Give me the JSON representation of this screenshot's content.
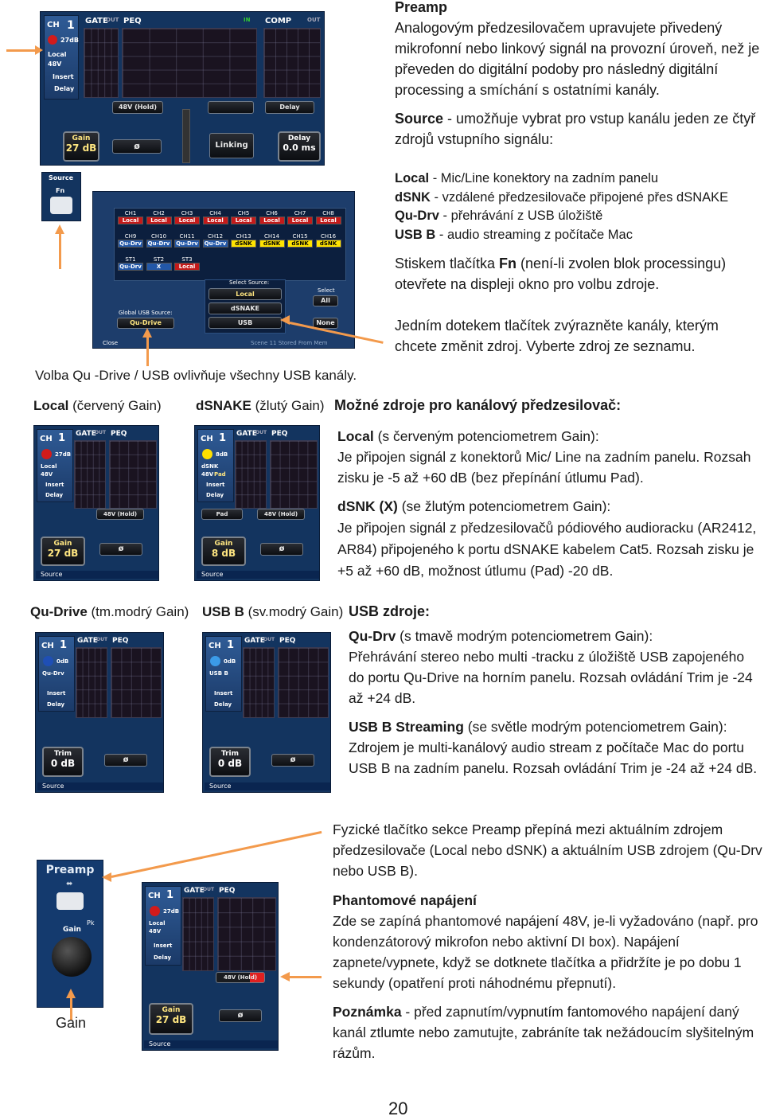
{
  "preamp": {
    "heading": "Preamp",
    "intro": "Analogovým předzesilovačem upravujete přivedený mikrofonní nebo linkový signál na provozní úroveň, než je převeden do digitální podoby pro následný digitální processing a smíchání s ostatními kanály.",
    "source_label": "Source",
    "source_text": " - umožňuje vybrat pro vstup kanálu jeden ze čtyř zdrojů vstupního signálu:",
    "list": [
      {
        "term": "Local",
        "text": " - Mic/Line konektory na zadním panelu"
      },
      {
        "term": "dSNK",
        "text": " - vzdálené předzesilovače připojené přes dSNAKE"
      },
      {
        "term": "Qu-Drv",
        "text": " - přehrávání z USB úložiště"
      },
      {
        "term": "USB B",
        "text": " - audio streaming z počítače Mac"
      }
    ],
    "fn_text_a": "Stiskem tlačítka ",
    "fn_term": "Fn",
    "fn_text_b": " (není-li zvolen blok processingu) otevřete na displeji okno pro volbu zdroje.",
    "touch_text": "Jedním dotekem tlačítek zvýrazněte kanály, kterým chcete změnit zdroj. Vyberte zdroj ze seznamu."
  },
  "caption_qudrive": "Volba Qu -Drive / USB ovlivňuje všechny USB kanály.",
  "captions": {
    "local": {
      "term": "Local",
      "text": " (červený Gain)"
    },
    "dsnake": {
      "term": "dSNAKE",
      "text": " (žlutý Gain)"
    },
    "qudrive": {
      "term": "Qu-Drive",
      "text": " (tm.modrý Gain)"
    },
    "usbb": {
      "term": "USB B",
      "text": " (sv.modrý Gain)"
    }
  },
  "sources_section": {
    "heading": "Možné zdroje pro kanálový předzesilovač:",
    "local_term": "Local",
    "local_head": " (s červeným potenciometrem Gain):",
    "local_body": "Je připojen signál z konektorů Mic/ Line na zadním panelu. Rozsah zisku je -5 až +60 dB (bez přepínání útlumu Pad).",
    "dsnk_term": "dSNK (X)",
    "dsnk_head": " (se žlutým potenciometrem Gain):",
    "dsnk_body": "Je připojen signál z předzesilovačů pódiového audioracku (AR2412, AR84) připojeného k portu dSNAKE kabelem Cat5. Rozsah zisku je +5 až +60 dB, možnost útlumu (Pad) -20 dB."
  },
  "usb_section": {
    "heading": "USB zdroje:",
    "qudrv_term": "Qu-Drv",
    "qudrv_head": " (s tmavě modrým potenciometrem Gain):",
    "qudrv_body": "Přehrávání stereo nebo multi -tracku z úložiště USB zapojeného do portu Qu-Drive na horním panelu. Rozsah ovládání Trim je -24 až +24 dB.",
    "usbb_term": "USB B Streaming",
    "usbb_head": " (se světle modrým potenciometrem Gain):",
    "usbb_body": "Zdrojem je multi-kanálový audio stream z počítače Mac do portu USB B na zadním panelu. Rozsah ovládání Trim je -24 až +24 dB."
  },
  "phys_button_text": "Fyzické tlačítko sekce Preamp přepíná mezi aktuálním zdrojem předzesilovače (Local nebo dSNK) a aktuálním USB zdrojem (Qu-Drv nebo USB B).",
  "phantom": {
    "heading": "Phantomové napájení",
    "body": "Zde se zapíná phantomové napájení 48V, je-li vyžadováno (např. pro kondenzátorový mikrofon nebo aktivní DI box). Napájení zapnete/vypnete, když se dotknete tlačítka a přidržíte je po dobu 1 sekundy (opatření proti náhodnému přepnutí).",
    "note_term": "Poznámka",
    "note_text": " - před zapnutím/vypnutím fantomového napájení daný kanál ztlumte nebo zamutujte, zabráníte tak nežádoucím slyšitelným rázům."
  },
  "gain_caption": "Gain",
  "page_number": "20",
  "screens": {
    "top": {
      "ch_label": "CH",
      "ch_num": "1",
      "gain_db": "27dB",
      "src_name": "Local",
      "v48": "48V",
      "insert": "Insert",
      "delay": "Delay",
      "gate": "GATE",
      "out": "OUT",
      "peq": "PEQ",
      "comp": "COMP",
      "in": "IN",
      "btn_48v": "48V (Hold)",
      "btn_delay": "Delay",
      "btn_linking": "Linking",
      "gain_label": "Gain",
      "gain_value": "27 dB",
      "phase": "ø",
      "delay_label": "Delay",
      "delay_value": "0.0 ms"
    },
    "source_btn": {
      "label": "Source",
      "fn": "Fn"
    },
    "select": {
      "title": "Select Source:",
      "select_label": "Select",
      "all": "All",
      "none": "None",
      "opt_local": "Local",
      "opt_dsnake": "dSNAKE",
      "opt_usb": "USB",
      "global_usb": "Global USB Source:",
      "global_value": "Qu-Drive",
      "close": "Close",
      "scene": "Scene 11 Stored From Mem",
      "channels": [
        {
          "n": "CH1",
          "s": "Local",
          "c": "red"
        },
        {
          "n": "CH2",
          "s": "Local",
          "c": "red"
        },
        {
          "n": "CH3",
          "s": "Local",
          "c": "red"
        },
        {
          "n": "CH4",
          "s": "Local",
          "c": "red"
        },
        {
          "n": "CH5",
          "s": "Local",
          "c": "red"
        },
        {
          "n": "CH6",
          "s": "Local",
          "c": "red"
        },
        {
          "n": "CH7",
          "s": "Local",
          "c": "red"
        },
        {
          "n": "CH8",
          "s": "Local",
          "c": "red"
        },
        {
          "n": "CH9",
          "s": "Qu-Drv",
          "c": "blu"
        },
        {
          "n": "CH10",
          "s": "Qu-Drv",
          "c": "blu"
        },
        {
          "n": "CH11",
          "s": "Qu-Drv",
          "c": "blu"
        },
        {
          "n": "CH12",
          "s": "Qu-Drv",
          "c": "blu"
        },
        {
          "n": "CH13",
          "s": "dSNK",
          "c": "yl"
        },
        {
          "n": "CH14",
          "s": "dSNK",
          "c": "yl"
        },
        {
          "n": "CH15",
          "s": "dSNK",
          "c": "yl"
        },
        {
          "n": "CH16",
          "s": "dSNK",
          "c": "yl"
        },
        {
          "n": "ST1",
          "s": "Qu-Drv",
          "c": "blu"
        },
        {
          "n": "ST2",
          "s": "X",
          "c": "blu"
        },
        {
          "n": "ST3",
          "s": "Local",
          "c": "red"
        }
      ]
    },
    "local_mini": {
      "ch": "CH",
      "num": "1",
      "db": "27dB",
      "src": "Local",
      "v48": "48V",
      "insert": "Insert",
      "delay": "Delay",
      "gate": "GATE",
      "out": "OUT",
      "peq": "PEQ",
      "btn": "48V (Hold)",
      "gain_label": "Gain",
      "gain_value": "27 dB",
      "phase": "ø",
      "source": "Source"
    },
    "dsnk_mini": {
      "ch": "CH",
      "num": "1",
      "db": "8dB",
      "src": "dSNK",
      "v48": "48V",
      "pad": "Pad",
      "insert": "Insert",
      "delay": "Delay",
      "gate": "GATE",
      "out": "OUT",
      "peq": "PEQ",
      "btn_pad": "Pad",
      "btn": "48V (Hold)",
      "gain_label": "Gain",
      "gain_value": "8 dB",
      "phase": "ø",
      "source": "Source"
    },
    "qudrv_mini": {
      "ch": "CH",
      "num": "1",
      "db": "0dB",
      "src": "Qu-Drv",
      "insert": "Insert",
      "delay": "Delay",
      "gate": "GATE",
      "out": "OUT",
      "peq": "PEQ",
      "gain_label": "Trim",
      "gain_value": "0 dB",
      "phase": "ø",
      "source": "Source"
    },
    "usbb_mini": {
      "ch": "CH",
      "num": "1",
      "db": "0dB",
      "src": "USB B",
      "insert": "Insert",
      "delay": "Delay",
      "gate": "GATE",
      "out": "OUT",
      "peq": "PEQ",
      "gain_label": "Trim",
      "gain_value": "0 dB",
      "phase": "ø",
      "source": "Source"
    },
    "bottom_mini": {
      "ch": "CH",
      "num": "1",
      "db": "27dB",
      "src": "Local",
      "v48": "48V",
      "insert": "Insert",
      "delay": "Delay",
      "gate": "GATE",
      "out": "OUT",
      "peq": "PEQ",
      "btn": "48V (Hold)",
      "gain_label": "Gain",
      "gain_value": "27 dB",
      "phase": "ø",
      "source": "Source"
    },
    "preamp_strip": {
      "title": "Preamp",
      "gain": "Gain",
      "pk": "Pk"
    }
  },
  "colors": {
    "arrow": "#f39a4c",
    "knob_local": "#d21b1b",
    "knob_dsnk": "#ffe000",
    "knob_qudrv": "#1f4fb5",
    "knob_usbb": "#3b9be8"
  }
}
